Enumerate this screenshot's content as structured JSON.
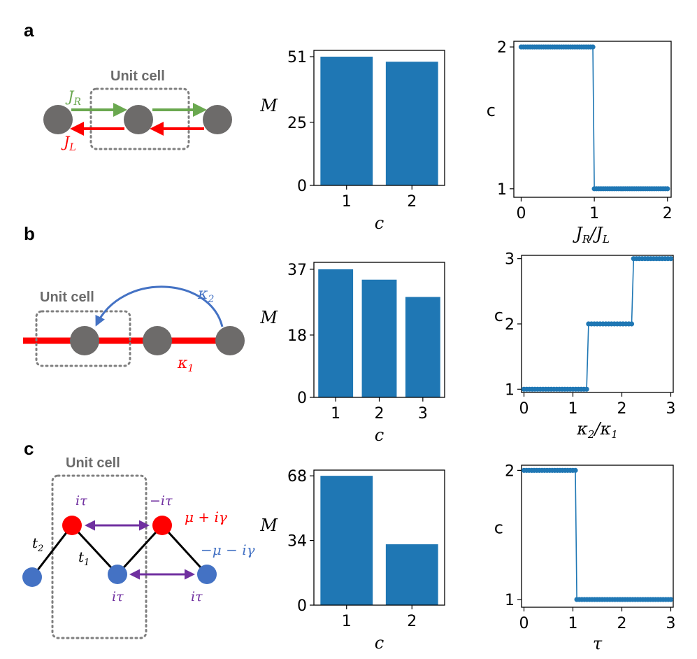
{
  "panel_labels": [
    "a",
    "b",
    "c"
  ],
  "diagrams": {
    "a": {
      "unit_cell": "Unit cell",
      "right_hop": "J",
      "right_hop_sub": "R",
      "left_hop": "J",
      "left_hop_sub": "L",
      "right_color": "#6aa84f",
      "left_color": "#ff0000",
      "site_color": "#6d6b6a"
    },
    "b": {
      "unit_cell": "Unit cell",
      "long_hop": "κ",
      "long_hop_sub": "2",
      "short_hop": "κ",
      "short_hop_sub": "1",
      "long_color": "#4472c4",
      "short_color": "#ff0000",
      "site_color": "#6d6b6a"
    },
    "c": {
      "unit_cell": "Unit cell",
      "tau_labels": [
        "iτ",
        "−iτ",
        "iτ",
        "iτ"
      ],
      "gain_label": "μ + iγ",
      "loss_label": "−μ − iγ",
      "t1": "t",
      "t1_sub": "1",
      "t2": "t",
      "t2_sub": "2",
      "red_site": "#ff0000",
      "blue_site": "#4472c4",
      "purple": "#7030a0"
    }
  },
  "chart_data": [
    {
      "type": "bar",
      "panel": "a",
      "categories": [
        "1",
        "2"
      ],
      "values": [
        51,
        49
      ],
      "xlabel": "c",
      "ylabel": "M",
      "yticks": [
        0,
        25,
        51
      ],
      "ylim": [
        0,
        53.5
      ],
      "color": "#1f77b4"
    },
    {
      "type": "line",
      "panel": "a",
      "xlabel": "J_R/J_L",
      "ylabel": "c",
      "xticks": [
        0,
        1,
        2
      ],
      "yticks": [
        1,
        2
      ],
      "xlim": [
        -0.1,
        2.05
      ],
      "ylim": [
        0.94,
        2.04
      ],
      "segments": [
        {
          "x_start": 0.0,
          "x_end": 0.98,
          "y": 2,
          "points": 33
        },
        {
          "x_start": 1.0,
          "x_end": 2.0,
          "y": 1,
          "points": 34
        }
      ],
      "color": "#1f77b4"
    },
    {
      "type": "bar",
      "panel": "b",
      "categories": [
        "1",
        "2",
        "3"
      ],
      "values": [
        37,
        34,
        29
      ],
      "xlabel": "c",
      "ylabel": "M",
      "yticks": [
        0,
        18,
        37
      ],
      "ylim": [
        0,
        39
      ],
      "color": "#1f77b4"
    },
    {
      "type": "line",
      "panel": "b",
      "xlabel": "κ2/κ1",
      "ylabel": "c",
      "xticks": [
        0,
        1,
        2,
        3
      ],
      "yticks": [
        1,
        2,
        3
      ],
      "xlim": [
        -0.05,
        3.05
      ],
      "ylim": [
        0.95,
        3.05
      ],
      "segments": [
        {
          "x_start": 0.0,
          "x_end": 1.28,
          "y": 1,
          "points": 24
        },
        {
          "x_start": 1.32,
          "x_end": 2.2,
          "y": 2,
          "points": 16
        },
        {
          "x_start": 2.24,
          "x_end": 3.0,
          "y": 3,
          "points": 14
        }
      ],
      "color": "#1f77b4"
    },
    {
      "type": "bar",
      "panel": "c",
      "categories": [
        "1",
        "2"
      ],
      "values": [
        68,
        32
      ],
      "xlabel": "c",
      "ylabel": "M",
      "yticks": [
        0,
        34,
        68
      ],
      "ylim": [
        0,
        71
      ],
      "color": "#1f77b4"
    },
    {
      "type": "line",
      "panel": "c",
      "xlabel": "τ",
      "ylabel": "c",
      "xticks": [
        0,
        1,
        2,
        3
      ],
      "yticks": [
        1,
        2
      ],
      "xlim": [
        -0.05,
        3.05
      ],
      "ylim": [
        0.94,
        2.04
      ],
      "segments": [
        {
          "x_start": 0.0,
          "x_end": 1.05,
          "y": 2,
          "points": 21
        },
        {
          "x_start": 1.08,
          "x_end": 3.0,
          "y": 1,
          "points": 38
        }
      ],
      "color": "#1f77b4"
    }
  ]
}
